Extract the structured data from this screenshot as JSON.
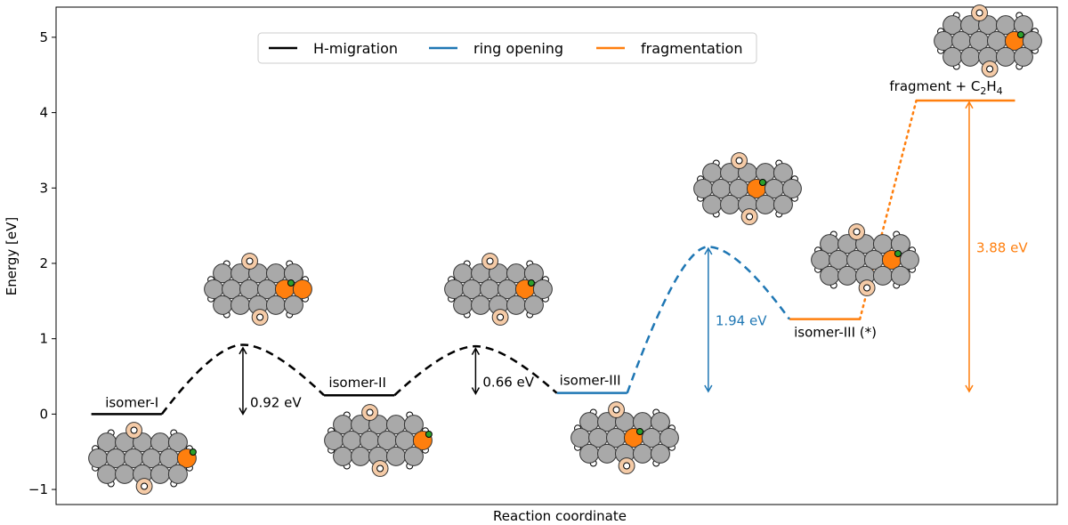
{
  "chart_data": {
    "type": "line",
    "xlabel": "Reaction coordinate",
    "ylabel": "Energy [eV]",
    "ylim": [
      -1.2,
      5.4
    ],
    "yticks": [
      -1,
      0,
      1,
      2,
      3,
      4,
      5
    ],
    "ytick_labels": [
      "−1",
      "0",
      "1",
      "2",
      "3",
      "4",
      "5"
    ],
    "grid": false,
    "legend_position": "top-center",
    "legend": [
      {
        "label": "H-migration",
        "color": "#000000"
      },
      {
        "label": "ring opening",
        "color": "#1f77b4"
      },
      {
        "label": "fragmentation",
        "color": "#ff7f0e"
      }
    ],
    "levels": [
      {
        "label": "isomer-I",
        "energy": 0.0,
        "x_start": 0.5,
        "x_end": 1.5,
        "color": "#000000"
      },
      {
        "label": "isomer-II",
        "energy": 0.25,
        "x_start": 3.8,
        "x_end": 4.8,
        "color": "#000000"
      },
      {
        "label": "isomer-III",
        "energy": 0.28,
        "x_start": 7.1,
        "x_end": 8.1,
        "color": "#1f77b4"
      },
      {
        "label": "isomer-III (*)",
        "energy": 1.26,
        "x_start": 10.4,
        "x_end": 11.4,
        "color": "#ff7f0e"
      },
      {
        "label_prefix": "fragment + C",
        "label_sub1": "2",
        "label_mid": "H",
        "label_sub2": "4",
        "energy": 4.16,
        "x_start": 12.2,
        "x_end": 13.6,
        "color": "#ff7f0e"
      }
    ],
    "barriers": [
      {
        "from_x": 1.5,
        "from_e": 0.0,
        "peak_x": 2.65,
        "peak_e": 0.92,
        "to_x": 3.8,
        "to_e": 0.25,
        "color": "#000000"
      },
      {
        "from_x": 4.8,
        "from_e": 0.25,
        "peak_x": 5.95,
        "peak_e": 0.9,
        "to_x": 7.1,
        "to_e": 0.28,
        "color": "#000000"
      },
      {
        "from_x": 8.1,
        "from_e": 0.28,
        "peak_x": 9.25,
        "peak_e": 2.22,
        "to_x": 10.4,
        "to_e": 1.26,
        "color": "#1f77b4"
      }
    ],
    "dotted_connector": {
      "from_x": 11.4,
      "from_e": 1.26,
      "to_x": 12.2,
      "to_e": 4.16,
      "color": "#ff7f0e"
    },
    "arrows": [
      {
        "x": 2.65,
        "bottom": 0.0,
        "top": 0.88,
        "label": "0.92 eV",
        "color": "#000000"
      },
      {
        "x": 5.95,
        "bottom": 0.27,
        "top": 0.87,
        "label": "0.66 eV",
        "color": "#000000"
      },
      {
        "x": 9.25,
        "bottom": 0.3,
        "top": 2.2,
        "label": "1.94 eV",
        "color": "#1f77b4"
      },
      {
        "x": 12.95,
        "bottom": 0.3,
        "top": 4.14,
        "label": "3.88 eV",
        "color": "#ff7f0e"
      }
    ]
  }
}
